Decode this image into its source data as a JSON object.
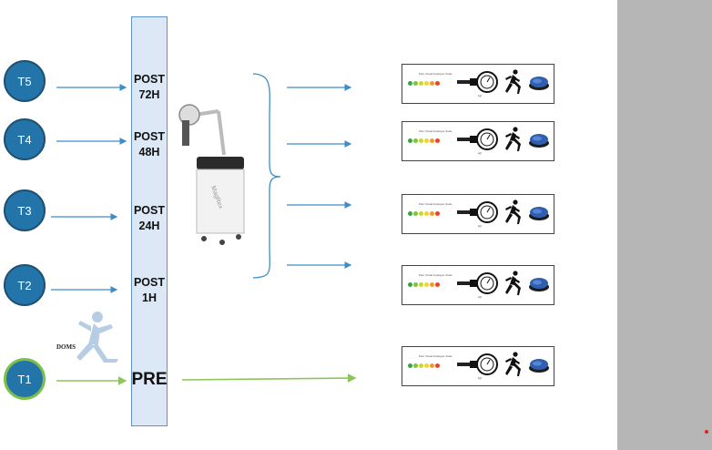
{
  "timepoints": [
    {
      "id": "t5",
      "label": "T5",
      "stage_lines": [
        "POST",
        "72H"
      ]
    },
    {
      "id": "t4",
      "label": "T4",
      "stage_lines": [
        "POST",
        "48H"
      ]
    },
    {
      "id": "t3",
      "label": "T3",
      "stage_lines": [
        "POST",
        "24H"
      ]
    },
    {
      "id": "t2",
      "label": "T2",
      "stage_lines": [
        "POST",
        "1H"
      ]
    },
    {
      "id": "t1",
      "label": "T1",
      "stage_lines": [
        "PRE"
      ]
    }
  ],
  "doms_label": "DOMS",
  "device_brand": "MagRex",
  "pain_scale_title": "Pain Visual Analogue Scale",
  "algometer_unit": "kgf",
  "colors": {
    "circle_fill": "#2375a9",
    "arrow_blue": "#3a8fc8",
    "arrow_green": "#8cc65a",
    "timeline_fill": "#dce8f6",
    "pain_scale": [
      "#3aa346",
      "#7fc241",
      "#c8d830",
      "#f3d431",
      "#f29a2e",
      "#e8452c"
    ]
  },
  "icons": [
    "person-running-icon",
    "mri-device-icon",
    "pain-scale-icon",
    "algometer-icon",
    "runner-icon",
    "foam-pad-icon"
  ]
}
